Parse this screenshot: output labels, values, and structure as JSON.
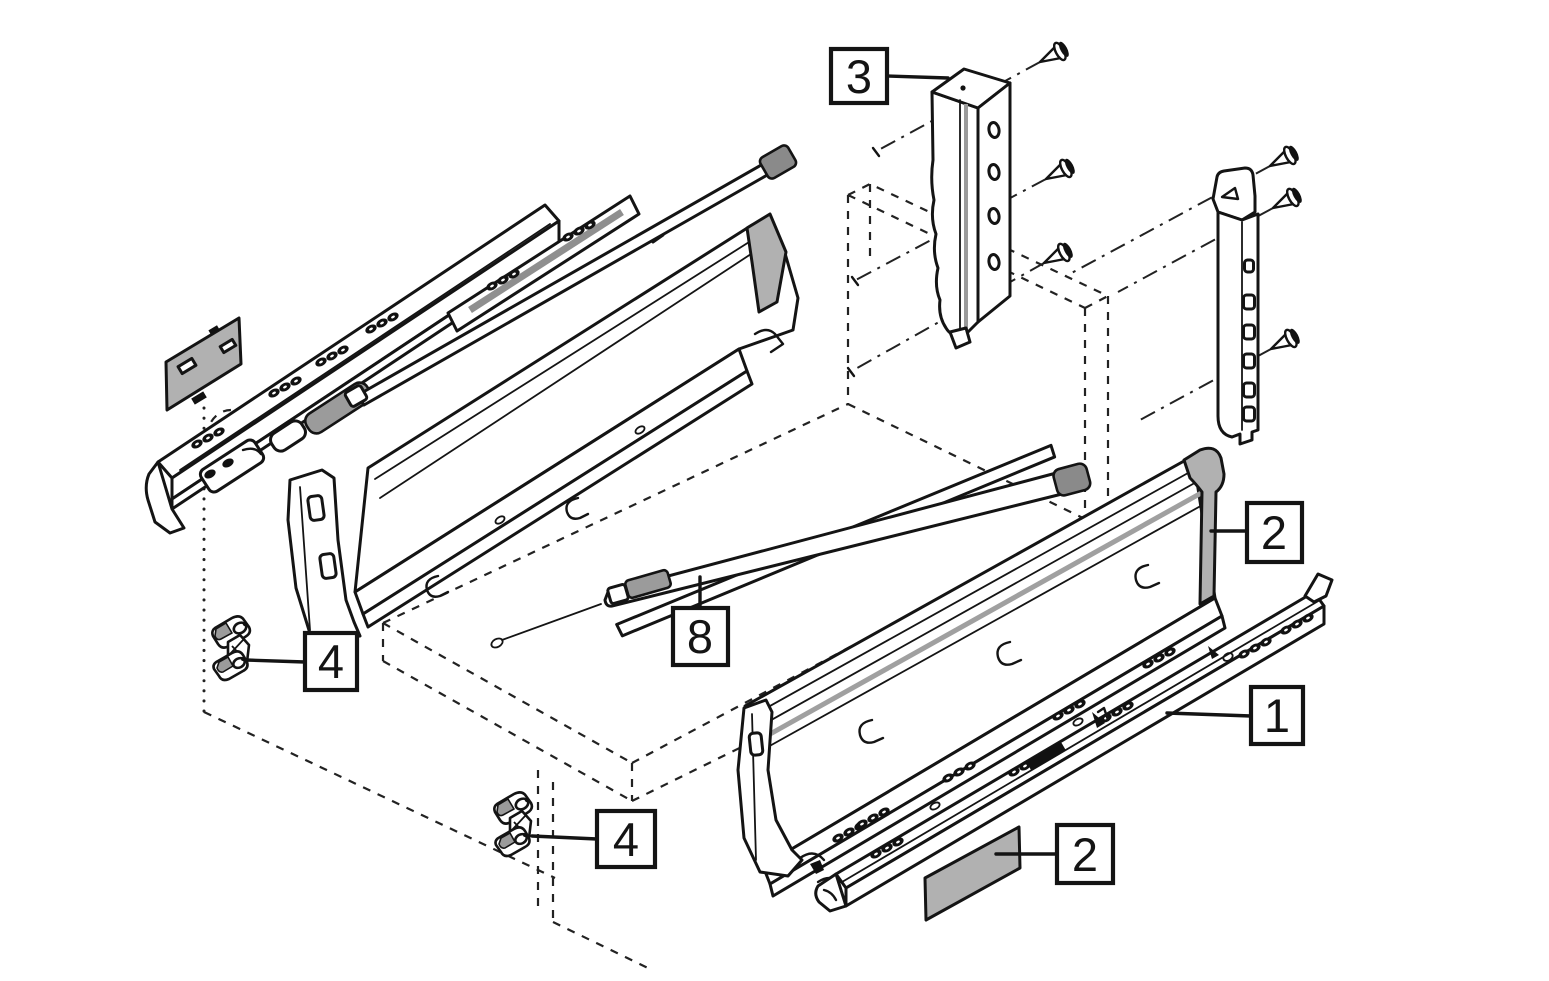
{
  "figure": {
    "kind": "exploded-assembly-line-drawing",
    "background": "#ffffff",
    "visible_text": [
      "3",
      "2",
      "1",
      "8",
      "4",
      "4",
      "2"
    ]
  },
  "colors": {
    "line": "#141414",
    "part_fill": "#ffffff",
    "cover_cap_gray": "#b1b1b1",
    "accent_gray_mid": "#9b9b9b",
    "accent_gray_dark": "#8a8a8a",
    "dashed_line": "#222222"
  },
  "callouts": [
    {
      "id": "callout-3",
      "label": "3"
    },
    {
      "id": "callout-2-right",
      "label": "2"
    },
    {
      "id": "callout-1",
      "label": "1"
    },
    {
      "id": "callout-8",
      "label": "8"
    },
    {
      "id": "callout-4-left",
      "label": "4"
    },
    {
      "id": "callout-4-bottom",
      "label": "4"
    },
    {
      "id": "callout-2-bottom",
      "label": "2"
    }
  ]
}
